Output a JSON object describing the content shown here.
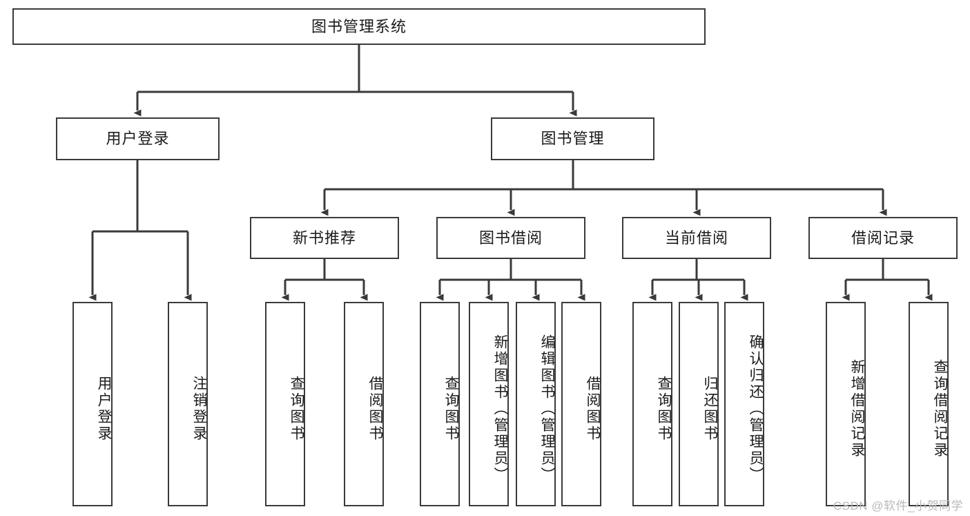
{
  "diagram": {
    "title": "图书管理系统",
    "watermark": "CSDN @软件_小贺同学",
    "stroke_color": "#3a3a3a",
    "text_color": "#1a1a1a",
    "background": "#ffffff",
    "root": {
      "label": "图书管理系统"
    },
    "level1": [
      {
        "label": "用户登录"
      },
      {
        "label": "图书管理"
      }
    ],
    "level2": [
      {
        "label": "新书推荐"
      },
      {
        "label": "图书借阅"
      },
      {
        "label": "当前借阅"
      },
      {
        "label": "借阅记录"
      }
    ],
    "leaves": {
      "user_login": [
        {
          "label": "用户登录"
        },
        {
          "label": "注销登录"
        }
      ],
      "new_book": [
        {
          "label": "查询图书"
        },
        {
          "label": "借阅图书"
        }
      ],
      "book_borrow": [
        {
          "label": "查询图书"
        },
        {
          "label": "新增图书（管理员）"
        },
        {
          "label": "编辑图书（管理员）"
        },
        {
          "label": "借阅图书"
        }
      ],
      "current_borrow": [
        {
          "label": "查询图书"
        },
        {
          "label": "归还图书"
        },
        {
          "label": "确认归还（管理员）"
        }
      ],
      "borrow_record": [
        {
          "label": "新增借阅记录"
        },
        {
          "label": "查询借阅记录"
        }
      ]
    }
  }
}
